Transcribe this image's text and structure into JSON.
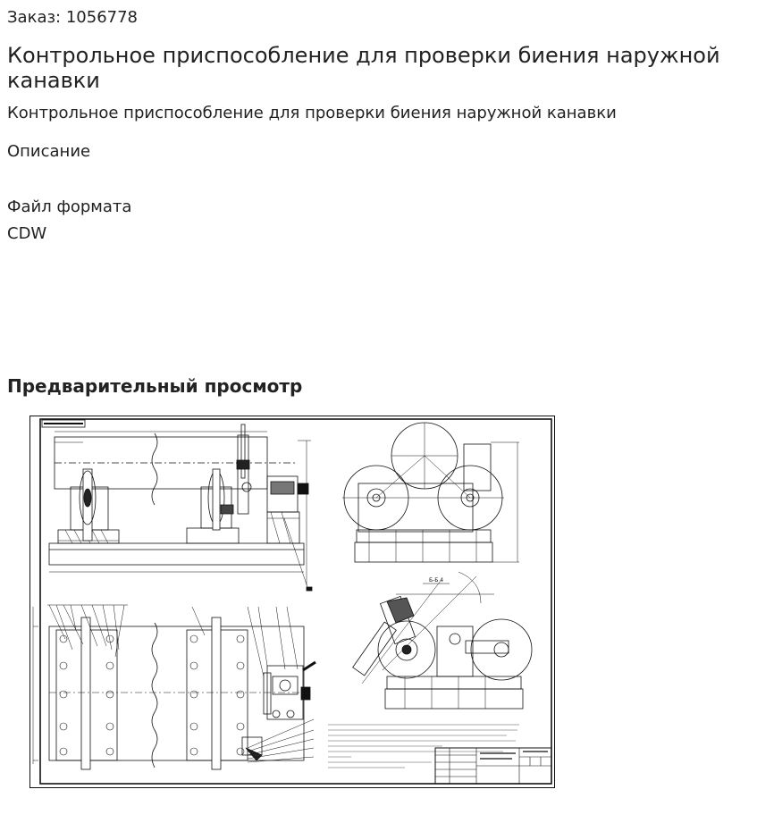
{
  "order": {
    "label": "Заказ:",
    "number": "1056778"
  },
  "title": "Контрольное приспособление для проверки биения наружной канавки",
  "subtitle": "Контрольное приспособление для проверки биения наружной канавки",
  "description_label": "Описание",
  "file_format": {
    "label": "Файл формата",
    "value": "CDW"
  },
  "preview": {
    "heading": "Предварительный просмотр",
    "view_label": "Б-Б 4"
  }
}
